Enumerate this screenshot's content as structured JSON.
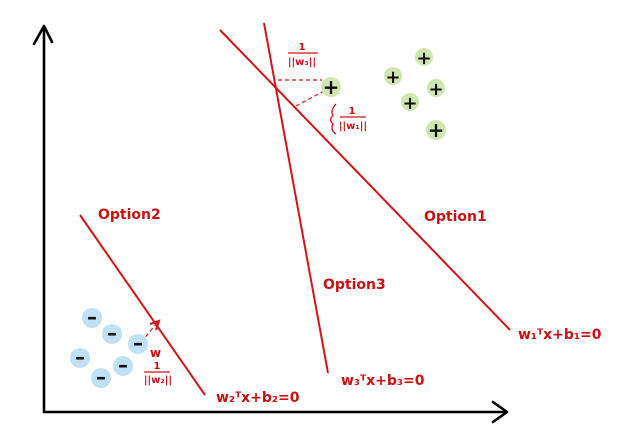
{
  "labels": {
    "option1": "Option1",
    "option2": "Option2",
    "option3": "Option3",
    "eq1": "w₁ᵀx+b₁=0",
    "eq2": "w₂ᵀx+b₂=0",
    "eq3": "w₃ᵀx+b₃=0",
    "margin_top_num": "1",
    "margin_top_den": "||w₃||",
    "margin_right_num": "1",
    "margin_right_den": "||w₁||",
    "margin_left_num": "1",
    "margin_left_den": "||w₂||",
    "w_vec": "w"
  },
  "symbols": {
    "plus": "+",
    "minus": "–"
  },
  "colors": {
    "positive_fill": "#cfe6b0",
    "negative_fill": "#bfe0f5",
    "line": "#d41414"
  }
}
